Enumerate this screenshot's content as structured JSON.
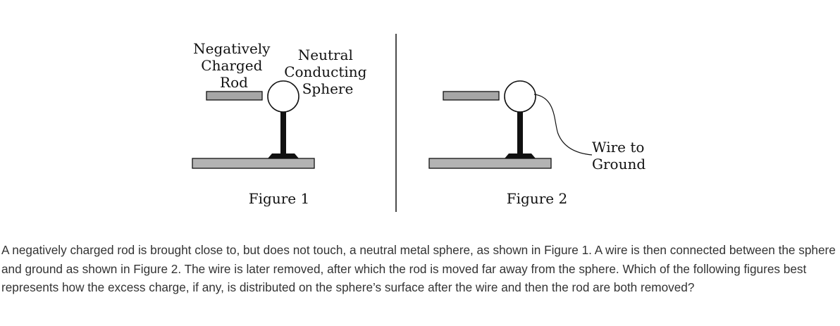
{
  "figure1": {
    "rod_label": [
      "Negatively",
      "Charged",
      "Rod"
    ],
    "sphere_label": [
      "Neutral",
      "Conducting",
      "Sphere"
    ],
    "caption": "Figure 1"
  },
  "figure2": {
    "wire_label": [
      "Wire to",
      "Ground"
    ],
    "caption": "Figure 2"
  },
  "question": {
    "text": "A negatively charged rod is brought close to, but does not touch, a neutral metal sphere, as shown in Figure 1. A wire is then connected between the sphere and ground as shown in Figure 2. The wire is later removed, after which the rod is moved far away from the sphere. Which of the following figures best represents how the excess charge, if any, is distributed on the sphere’s surface after the wire and then the rod are both removed?"
  },
  "colors": {
    "rod_fill": "#a6a6a6",
    "base_fill": "#b3b3b3",
    "stroke": "#111111",
    "text": "#333333"
  }
}
